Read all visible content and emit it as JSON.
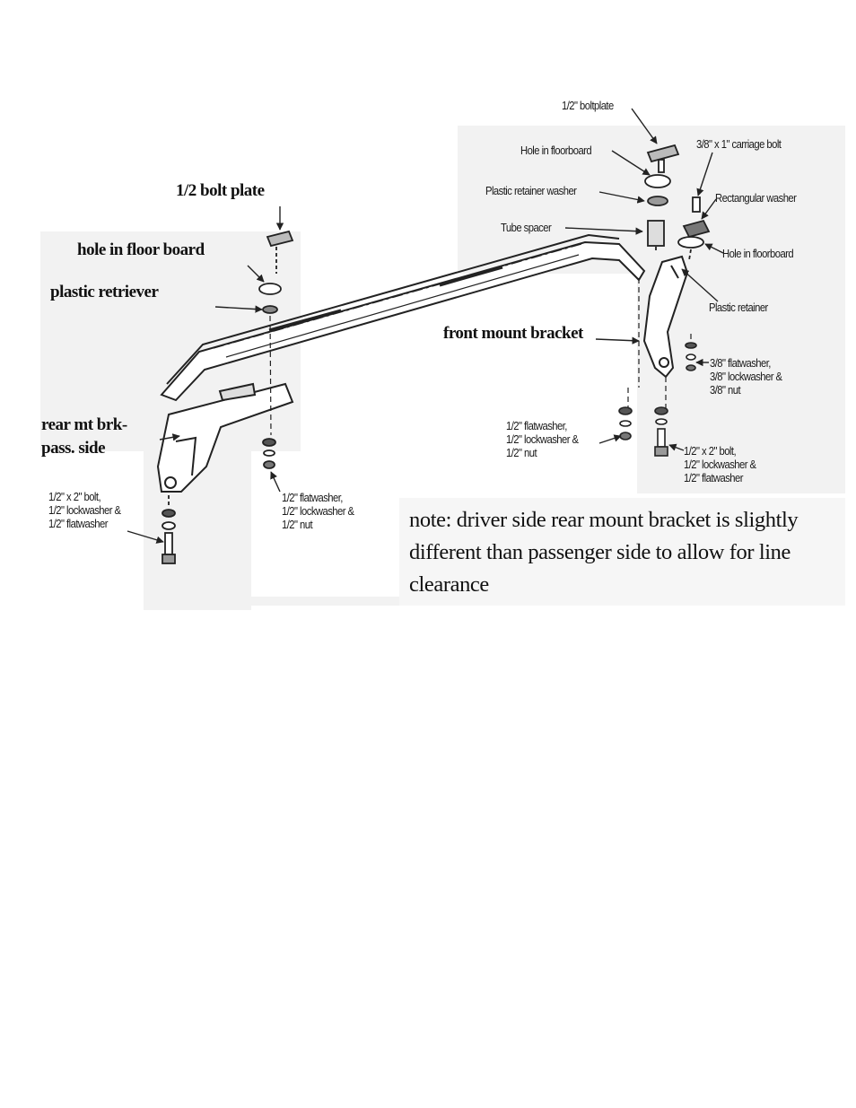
{
  "labels": {
    "left_bolt_plate": "1/2 bolt plate",
    "left_hole_floor": "hole in floor board",
    "left_plastic_retriever": "plastic retriever",
    "rear_bracket": [
      "rear mt brk-",
      "pass. side"
    ],
    "left_bolt_stack": [
      "1/2\" x 2\" bolt,",
      "1/2\" lockwasher &",
      "1/2\" flatwasher"
    ],
    "left_nut_stack": [
      "1/2\" flatwasher,",
      "1/2\" lockwasher &",
      "1/2\" nut"
    ],
    "right_boltplate": "1/2\" boltplate",
    "right_hole_floor": "Hole in floorboard",
    "right_plastic_retainer_washer": "Plastic retainer washer",
    "right_tube_spacer": "Tube spacer",
    "right_carriage_bolt": "3/8\" x 1\" carriage bolt",
    "right_rect_washer": "Rectangular washer",
    "right_hole_floor_2": "Hole in floorboard",
    "right_plastic_retainer": "Plastic retainer",
    "front_mount_bracket": "front mount bracket",
    "right_38_stack": [
      "3/8\" flatwasher,",
      "3/8\" lockwasher &",
      "3/8\" nut"
    ],
    "right_nut_stack": [
      "1/2\" flatwasher,",
      "1/2\" lockwasher &",
      "1/2\" nut"
    ],
    "right_bolt_stack": [
      "1/2\" x 2\" bolt,",
      "1/2\" lockwasher &",
      "1/2\" flatwasher"
    ]
  },
  "note": [
    "note: driver side rear mount bracket is slightly",
    "different than passenger side to allow for line",
    "clearance"
  ]
}
